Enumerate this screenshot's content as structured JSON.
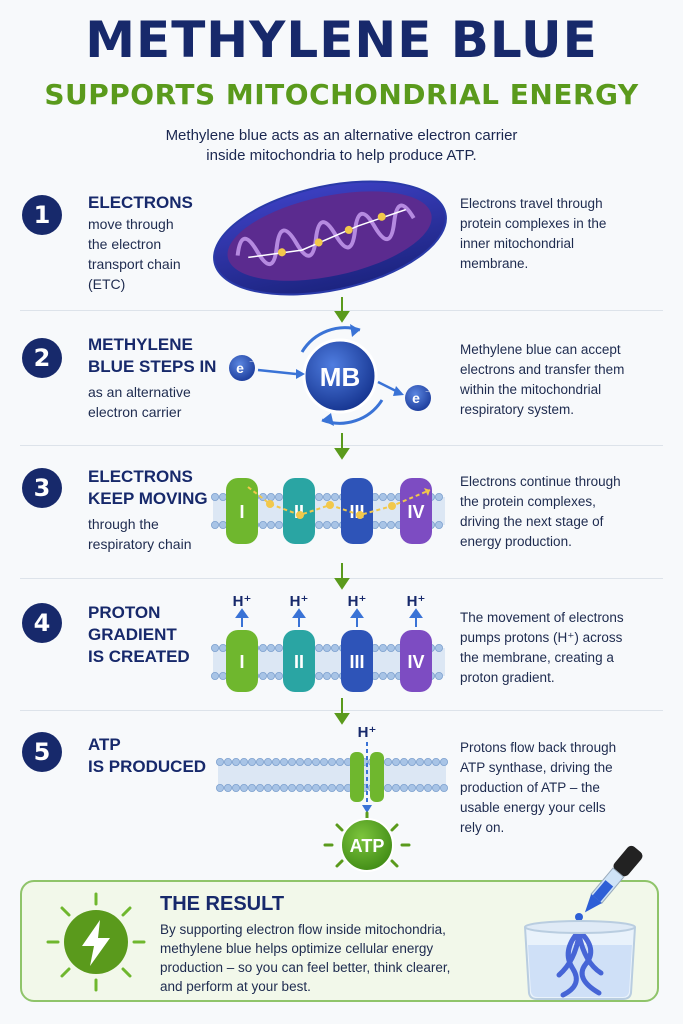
{
  "header": {
    "title": "METHYLENE BLUE",
    "subtitle": "SUPPORTS MITOCHONDRIAL ENERGY",
    "intro": "Methylene blue acts as an alternative electron carrier\ninside mitochondria to help produce ATP."
  },
  "steps": [
    {
      "number": "1",
      "heading": "ELECTRONS",
      "body": "move through\nthe electron\ntransport chain\n(ETC)",
      "desc": "Electrons travel through\nprotein complexes in the\ninner mitochondrial\nmembrane."
    },
    {
      "number": "2",
      "heading": "METHYLENE\nBLUE STEPS IN",
      "body": "as an alternative\nelectron carrier",
      "desc": "Methylene blue can accept\nelectrons and transfer them\nwithin the mitochondrial\nrespiratory system."
    },
    {
      "number": "3",
      "heading": "ELECTRONS\nKEEP MOVING",
      "body": "through the\nrespiratory chain",
      "desc": "Electrons continue through\nthe protein complexes,\ndriving the next stage of\nenergy production."
    },
    {
      "number": "4",
      "heading": "PROTON\nGRADIENT\nIS CREATED",
      "body": "",
      "desc": "The movement of electrons\npumps protons (H⁺) across\nthe membrane, creating a\nproton gradient."
    },
    {
      "number": "5",
      "heading": "ATP\nIS PRODUCED",
      "body": "",
      "desc": "Protons flow back through\nATP synthase, driving the\nproduction of ATP – the\nusable energy your cells\nrely on."
    }
  ],
  "diagram": {
    "mb_label": "MB",
    "electron_label": "e",
    "electron_sup": "⁻",
    "proton_label": "H⁺",
    "atp_label": "ATP",
    "complexes": [
      "I",
      "II",
      "III",
      "IV"
    ],
    "complex_colors": [
      "#6fb72e",
      "#2aa5a3",
      "#2e54b8",
      "#7d4cc2"
    ],
    "accent_green": "#5a9a1c",
    "navy": "#17296b"
  },
  "result": {
    "title": "THE RESULT",
    "body": "By supporting electron flow inside mitochondria,\nmethylene blue helps optimize cellular energy\nproduction – so you can feel better, think clearer,\nand perform at your best."
  }
}
